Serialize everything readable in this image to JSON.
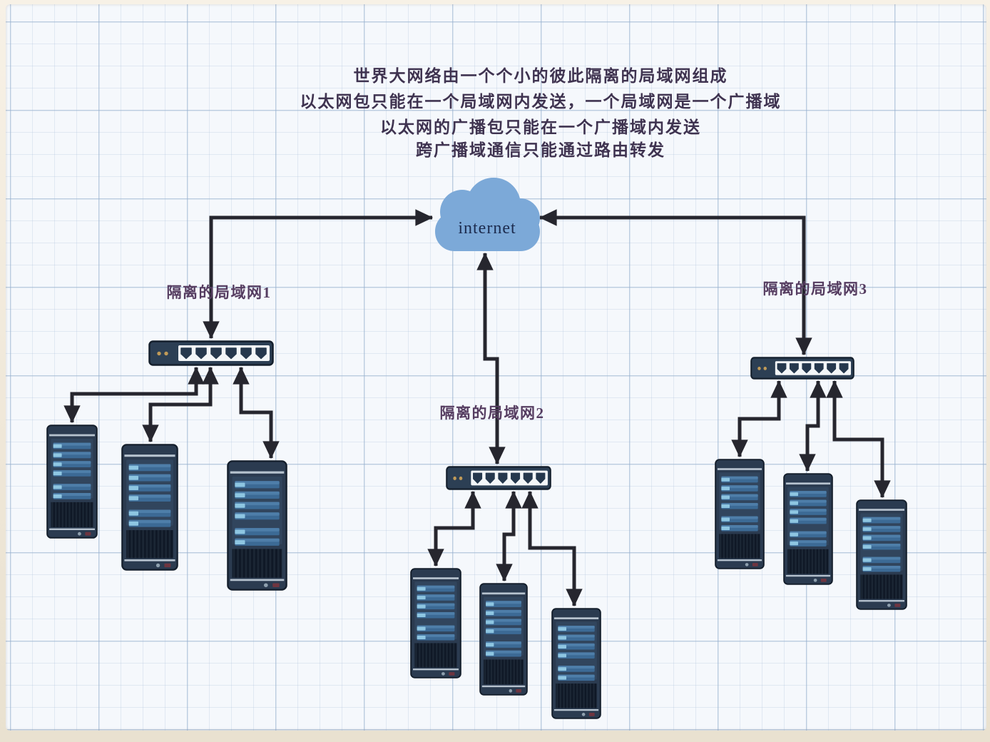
{
  "title": {
    "lines": [
      "世界大网络由一个个小的彼此隔离的局域网组成",
      "以太网包只能在一个局域网内发送，一个局域网是一个广播域",
      "以太网的广播包只能在一个广播域内发送",
      "跨广播域通信只能通过路由转发"
    ]
  },
  "cloud": {
    "label": "internet"
  },
  "lans": [
    {
      "label": "隔离的局域网1",
      "switch_ports": 6,
      "server_count": 3
    },
    {
      "label": "隔离的局域网2",
      "switch_ports": 6,
      "server_count": 3
    },
    {
      "label": "隔离的局域网3",
      "switch_ports": 6,
      "server_count": 3
    }
  ],
  "colors": {
    "cloud_fill": "#7ca9d8",
    "arrow": "#26262e",
    "device_body": "#2b3b50",
    "device_bar": "#3c6a95",
    "title_text": "#3f3350",
    "label_text": "#553c60",
    "grid_background": "#f5f8fc",
    "frame": "#efe7d8"
  }
}
